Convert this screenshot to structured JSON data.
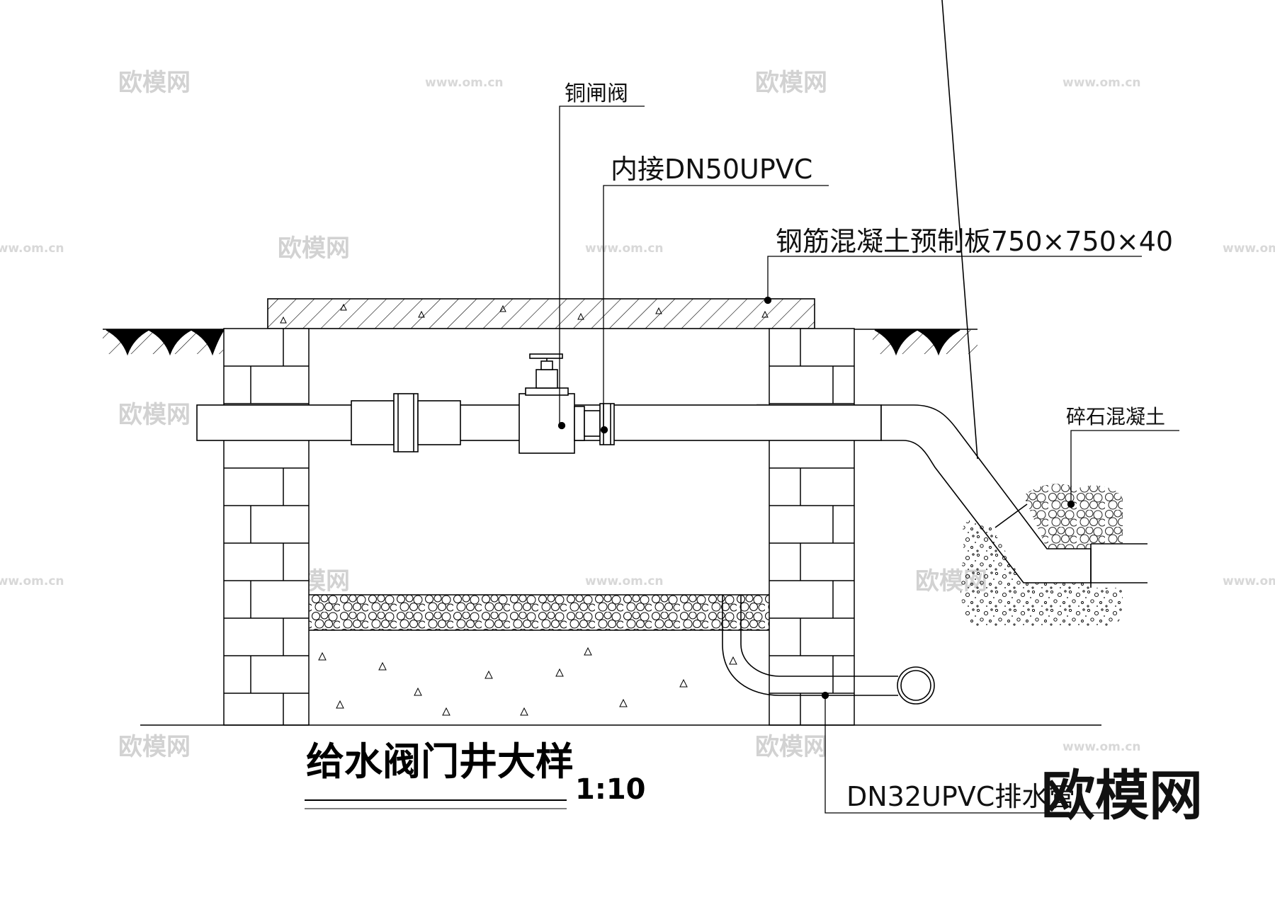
{
  "drawing": {
    "title": "给水阀门井大样",
    "scale": "1:10"
  },
  "callouts": {
    "copper_gate_valve": "铜闸阀",
    "inner_connection": "内接DN50UPVC",
    "precast_slab": "钢筋混凝土预制板750×750×40",
    "gravel_concrete": "碎石混凝土",
    "drain_pipe": "DN32UPVC排水管"
  },
  "watermarks": {
    "brand_cn": "欧模网",
    "url": "www.om.cn"
  },
  "brand_logo": "欧模网"
}
